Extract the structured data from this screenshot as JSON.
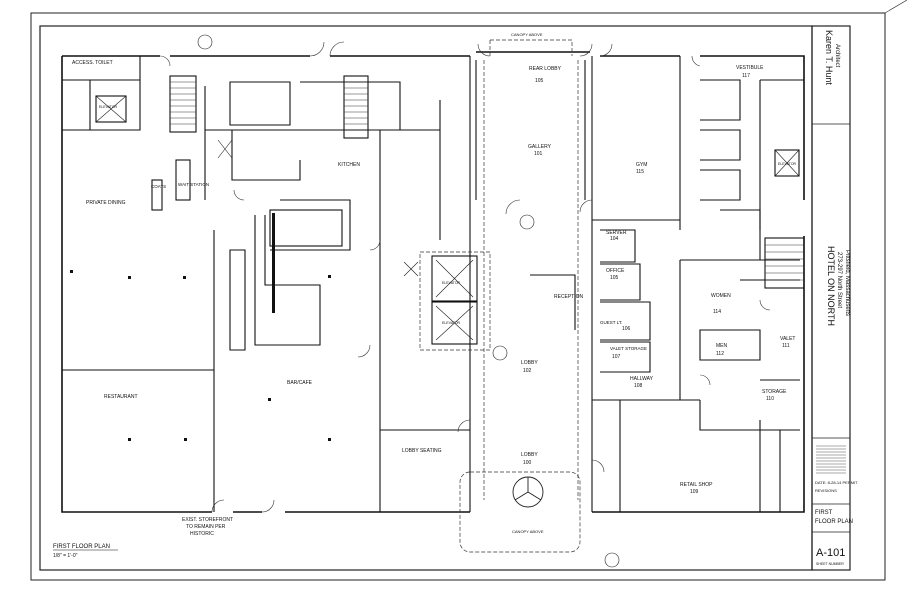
{
  "rooms": {
    "access_toilet": "ACCESS. TOILET",
    "elevator_left": "ELEVATOR",
    "private_dining": "PRIVATE DINING",
    "coats": "COATS",
    "wait_station": "WAIT STATION",
    "kitchen": "KITCHEN",
    "restaurant": "RESTAURANT",
    "bar_cafe": "BAR/CAFE",
    "lobby_seating": "LOBBY SEATING",
    "rear_lobby": "REAR LOBBY",
    "rear_lobby_num": "105",
    "gallery": "GALLERY",
    "gallery_num": "101",
    "canopy_above_top": "CANOPY ABOVE",
    "elevator_a": "ELEVATOR",
    "elevator_b": "ELEVATOR",
    "reception": "RECEPTION",
    "lobby_main": "LOBBY",
    "lobby_main_num": "102",
    "lobby_front": "LOBBY",
    "lobby_front_num": "100",
    "canopy_above_bottom": "CANOPY ABOVE",
    "gym": "GYM",
    "gym_num": "115",
    "server": "SERVER",
    "server_num": "104",
    "office": "OFFICE",
    "office_num": "105",
    "guest_lt": "GUEST LT.",
    "guest_lt_num": "106",
    "valet_storage": "VALET STORAGE",
    "valet_storage_num": "107",
    "hallway": "HALLWAY",
    "hallway_num": "108",
    "women": "WOMEN",
    "women_num": "114",
    "men": "MEN",
    "men_num": "112",
    "valet": "VALET",
    "valet_num": "111",
    "storage": "STORAGE",
    "storage_num": "110",
    "retail_shop": "RETAIL SHOP",
    "retail_shop_num": "109",
    "vestibule": "VESTIBULE",
    "vestibule_num": "117",
    "elevator_right": "ELEVATOR",
    "storefront_note_1": "EXIST. STOREFRONT",
    "storefront_note_2": "TO REMAIN PER",
    "storefront_note_3": "HISTORIC"
  },
  "plan_title": "FIRST FLOOR PLAN",
  "plan_scale": "1/8\" = 1'-0\"",
  "title_block": {
    "architect_name": "Karen T. Hunt",
    "architect_role": "Architect",
    "project_name": "HOTEL ON NORTH",
    "project_address": "273-297 North Street",
    "project_city": "Pittsfield, Massachusetts",
    "date_line": "DATE: 8-28-14 PERMIT",
    "revisions": "REVISIONS",
    "sheet_title_1": "FIRST",
    "sheet_title_2": "FLOOR PLAN",
    "sheet_number": "A-101",
    "sheet_number_label": "SHEET NUMBER"
  }
}
